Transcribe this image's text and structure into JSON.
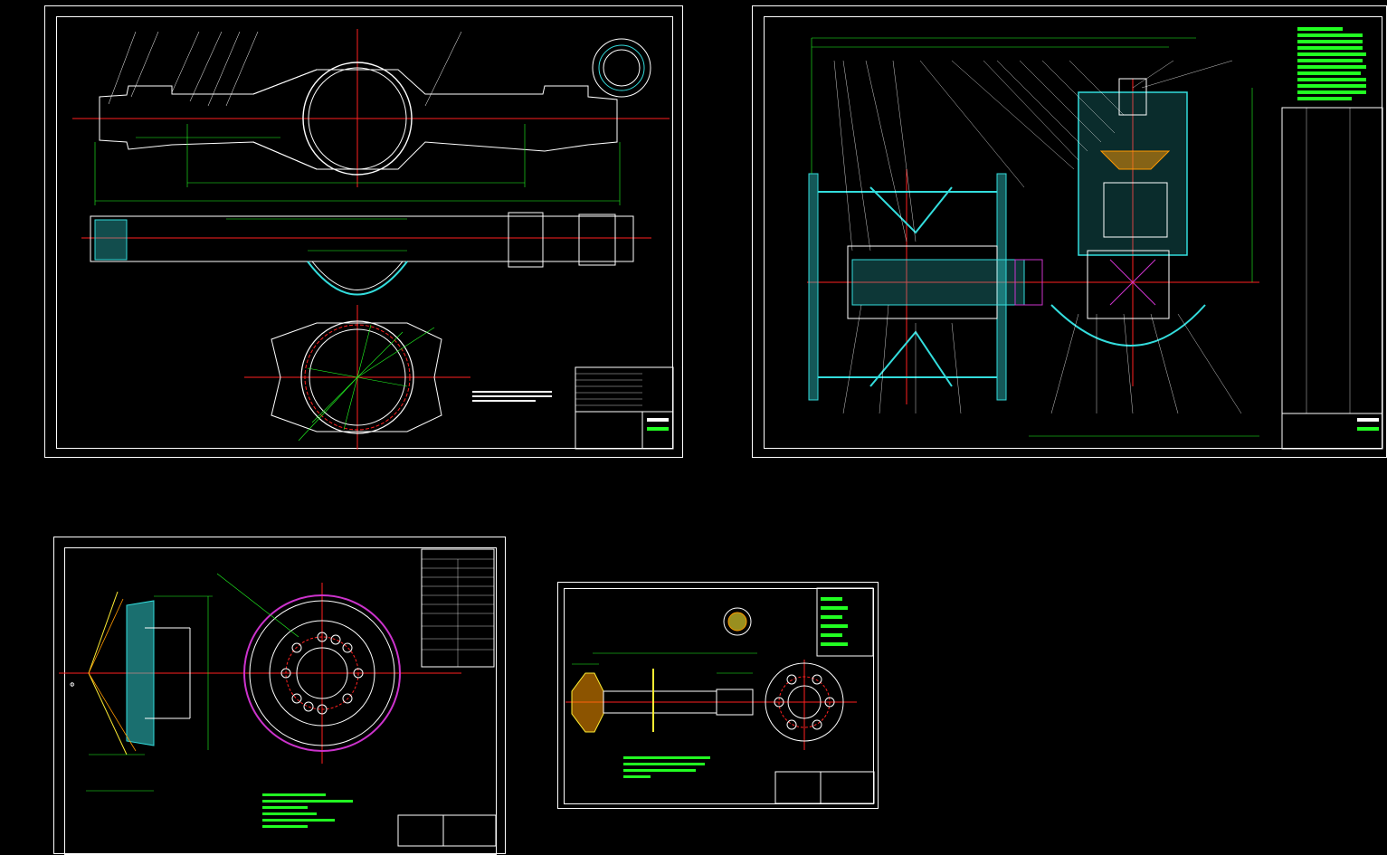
{
  "canvas": {
    "background": "#000000"
  },
  "colors": {
    "line_white": "#ffffff",
    "center_red": "#ff2020",
    "dim_green": "#22ff22",
    "section_cyan": "#33dddd",
    "circle_magenta": "#cc33cc",
    "tooth_yellow": "#ffee33",
    "tooth_orange": "#ff9900"
  },
  "sheets": [
    {
      "name": "axle-housing-drawing",
      "kind": "assembly-housing"
    },
    {
      "name": "final-drive-assembly-drawing",
      "kind": "final-drive-section"
    },
    {
      "name": "bevel-gear-drawing",
      "kind": "gear-part"
    },
    {
      "name": "half-shaft-drawing",
      "kind": "shaft-part"
    }
  ],
  "glyph_legend": {
    "dim_mark": "Φ"
  }
}
